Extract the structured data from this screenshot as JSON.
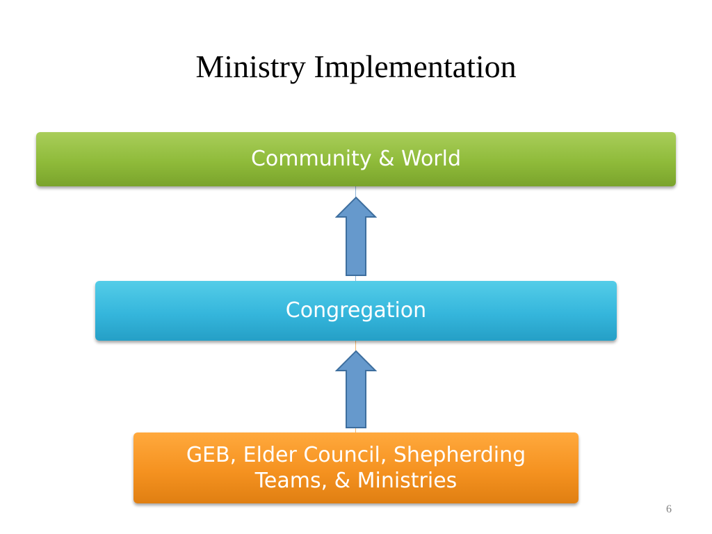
{
  "slide": {
    "title": "Ministry Implementation",
    "page_number": "6"
  },
  "diagram": {
    "levels": [
      {
        "label": "Community & World",
        "color": "#8fbb3a"
      },
      {
        "label": "Congregation",
        "color": "#35b6dc"
      },
      {
        "label_line1": "GEB, Elder Council, Shepherding",
        "label_line2": "Teams, & Ministries",
        "color": "#f59220"
      }
    ],
    "arrow_color": "#6699cc",
    "arrow_border": "#3d6e9e"
  }
}
